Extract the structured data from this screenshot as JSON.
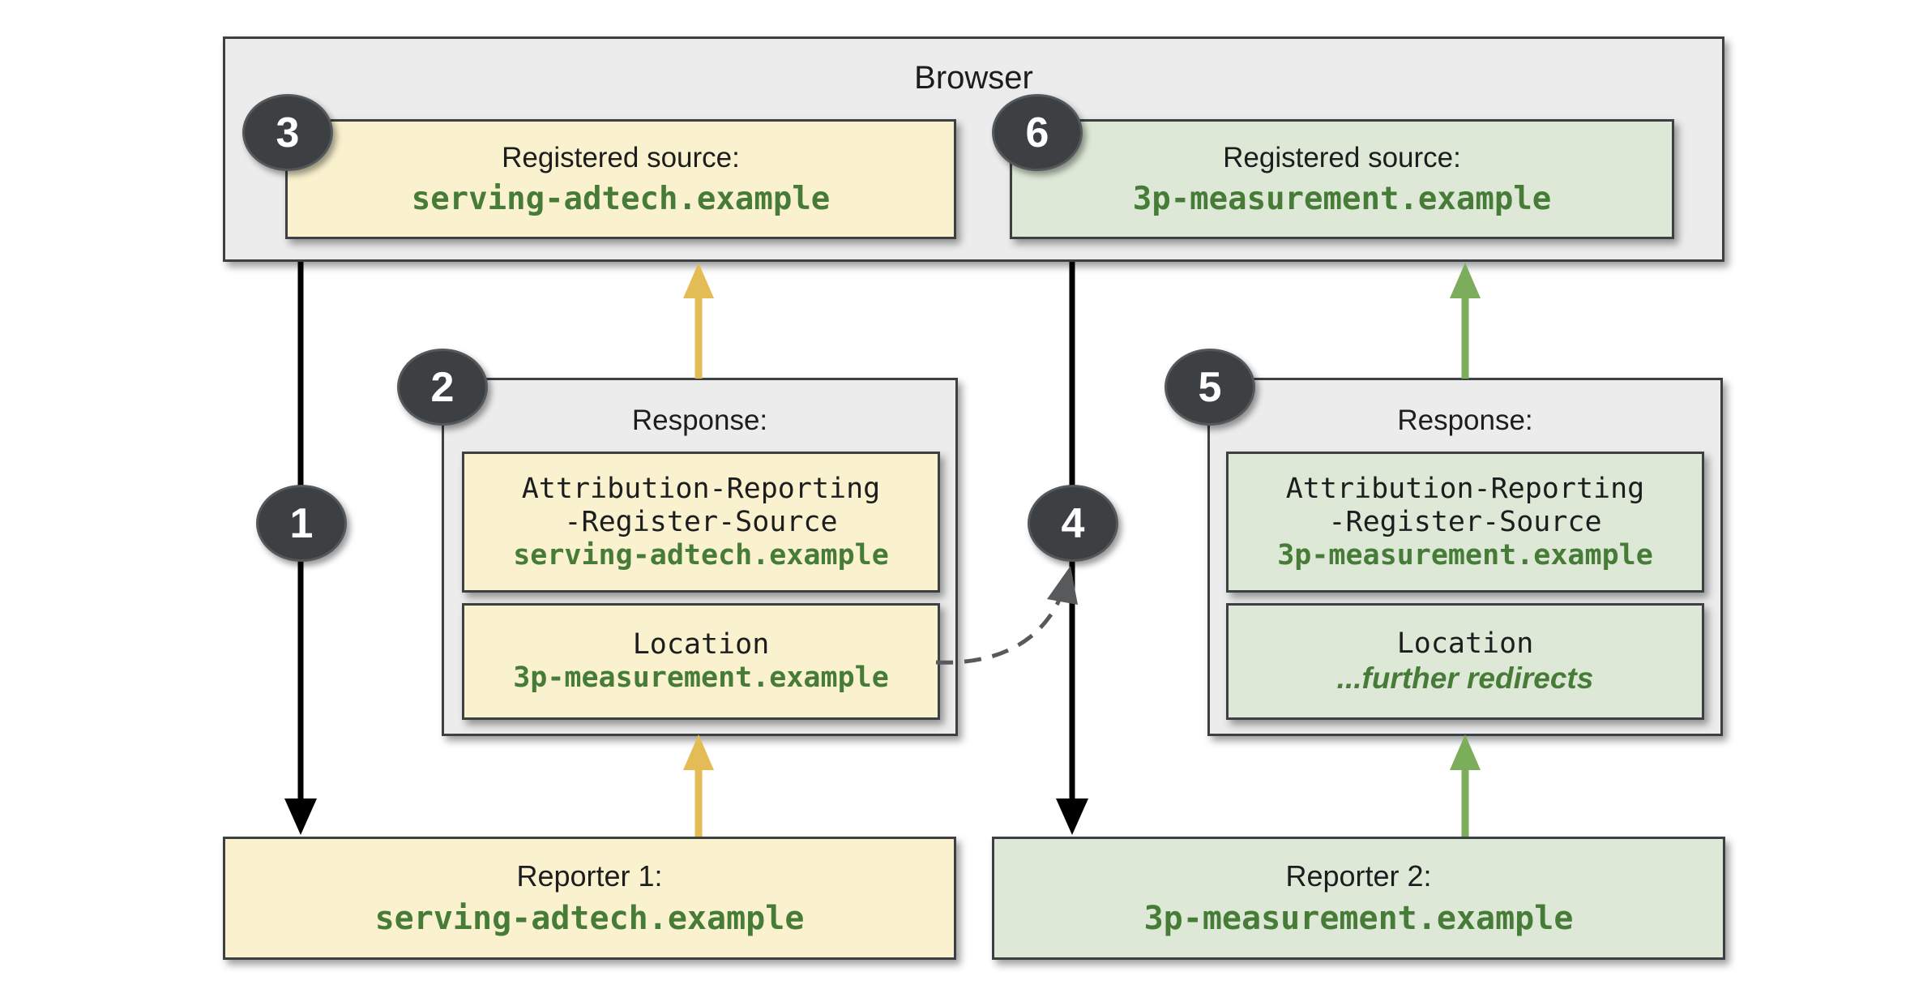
{
  "colors": {
    "yellow_fill": "#faf2ce",
    "green_fill": "#dde9d6",
    "panel_fill": "#ececec",
    "border": "#3c4043",
    "green_text": "#467b38",
    "text": "#1c1d1e",
    "badge_fill": "#3d4043",
    "badge_rim": "#55585b",
    "arrow_black": "#000000",
    "arrow_yellow": "#e3bc55",
    "arrow_green": "#7cad5b",
    "arrow_dashed": "#58595b"
  },
  "browser": {
    "title": "Browser"
  },
  "badges": [
    "1",
    "2",
    "3",
    "4",
    "5",
    "6"
  ],
  "registered_sources": [
    {
      "label": "Registered source:",
      "domain": "serving-adtech.example"
    },
    {
      "label": "Registered source:",
      "domain": "3p-measurement.example"
    }
  ],
  "responses": [
    {
      "title": "Response:",
      "header_line1": "Attribution-Reporting",
      "header_line2": "-Register-Source",
      "header_domain": "serving-adtech.example",
      "location_label": "Location",
      "location_value": "3p-measurement.example"
    },
    {
      "title": "Response:",
      "header_line1": "Attribution-Reporting",
      "header_line2": "-Register-Source",
      "header_domain": "3p-measurement.example",
      "location_label": "Location",
      "location_value": "...further redirects"
    }
  ],
  "reporters": [
    {
      "label": "Reporter 1:",
      "domain": "serving-adtech.example"
    },
    {
      "label": "Reporter 2:",
      "domain": "3p-measurement.example"
    }
  ]
}
